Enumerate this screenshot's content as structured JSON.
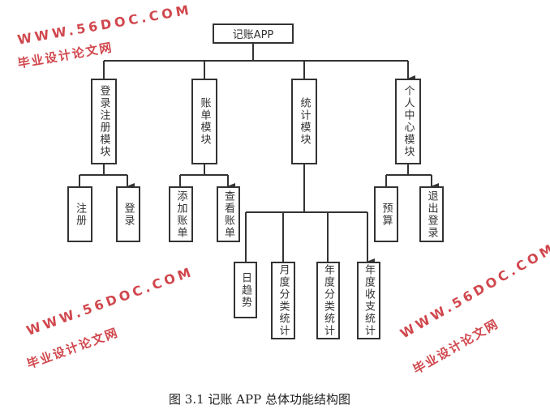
{
  "root": {
    "label": "记账APP"
  },
  "modules": [
    {
      "label": "登录注册模块",
      "children": [
        "注册",
        "登录"
      ]
    },
    {
      "label": "账单模块",
      "children": [
        "添加账单",
        "查看账单"
      ]
    },
    {
      "label": "统计模块",
      "children": [
        "日趋势",
        "月度分类统计",
        "年度分类统计",
        "年度收支统计"
      ]
    },
    {
      "label": "个人中心模块",
      "children": [
        "预算",
        "退出登录"
      ]
    }
  ],
  "caption": "图 3.1 记账 APP 总体功能结构图",
  "watermark": {
    "url": "WWW.56DOC.COM",
    "site": "毕业设计论文网",
    "color": "#c8282e"
  }
}
